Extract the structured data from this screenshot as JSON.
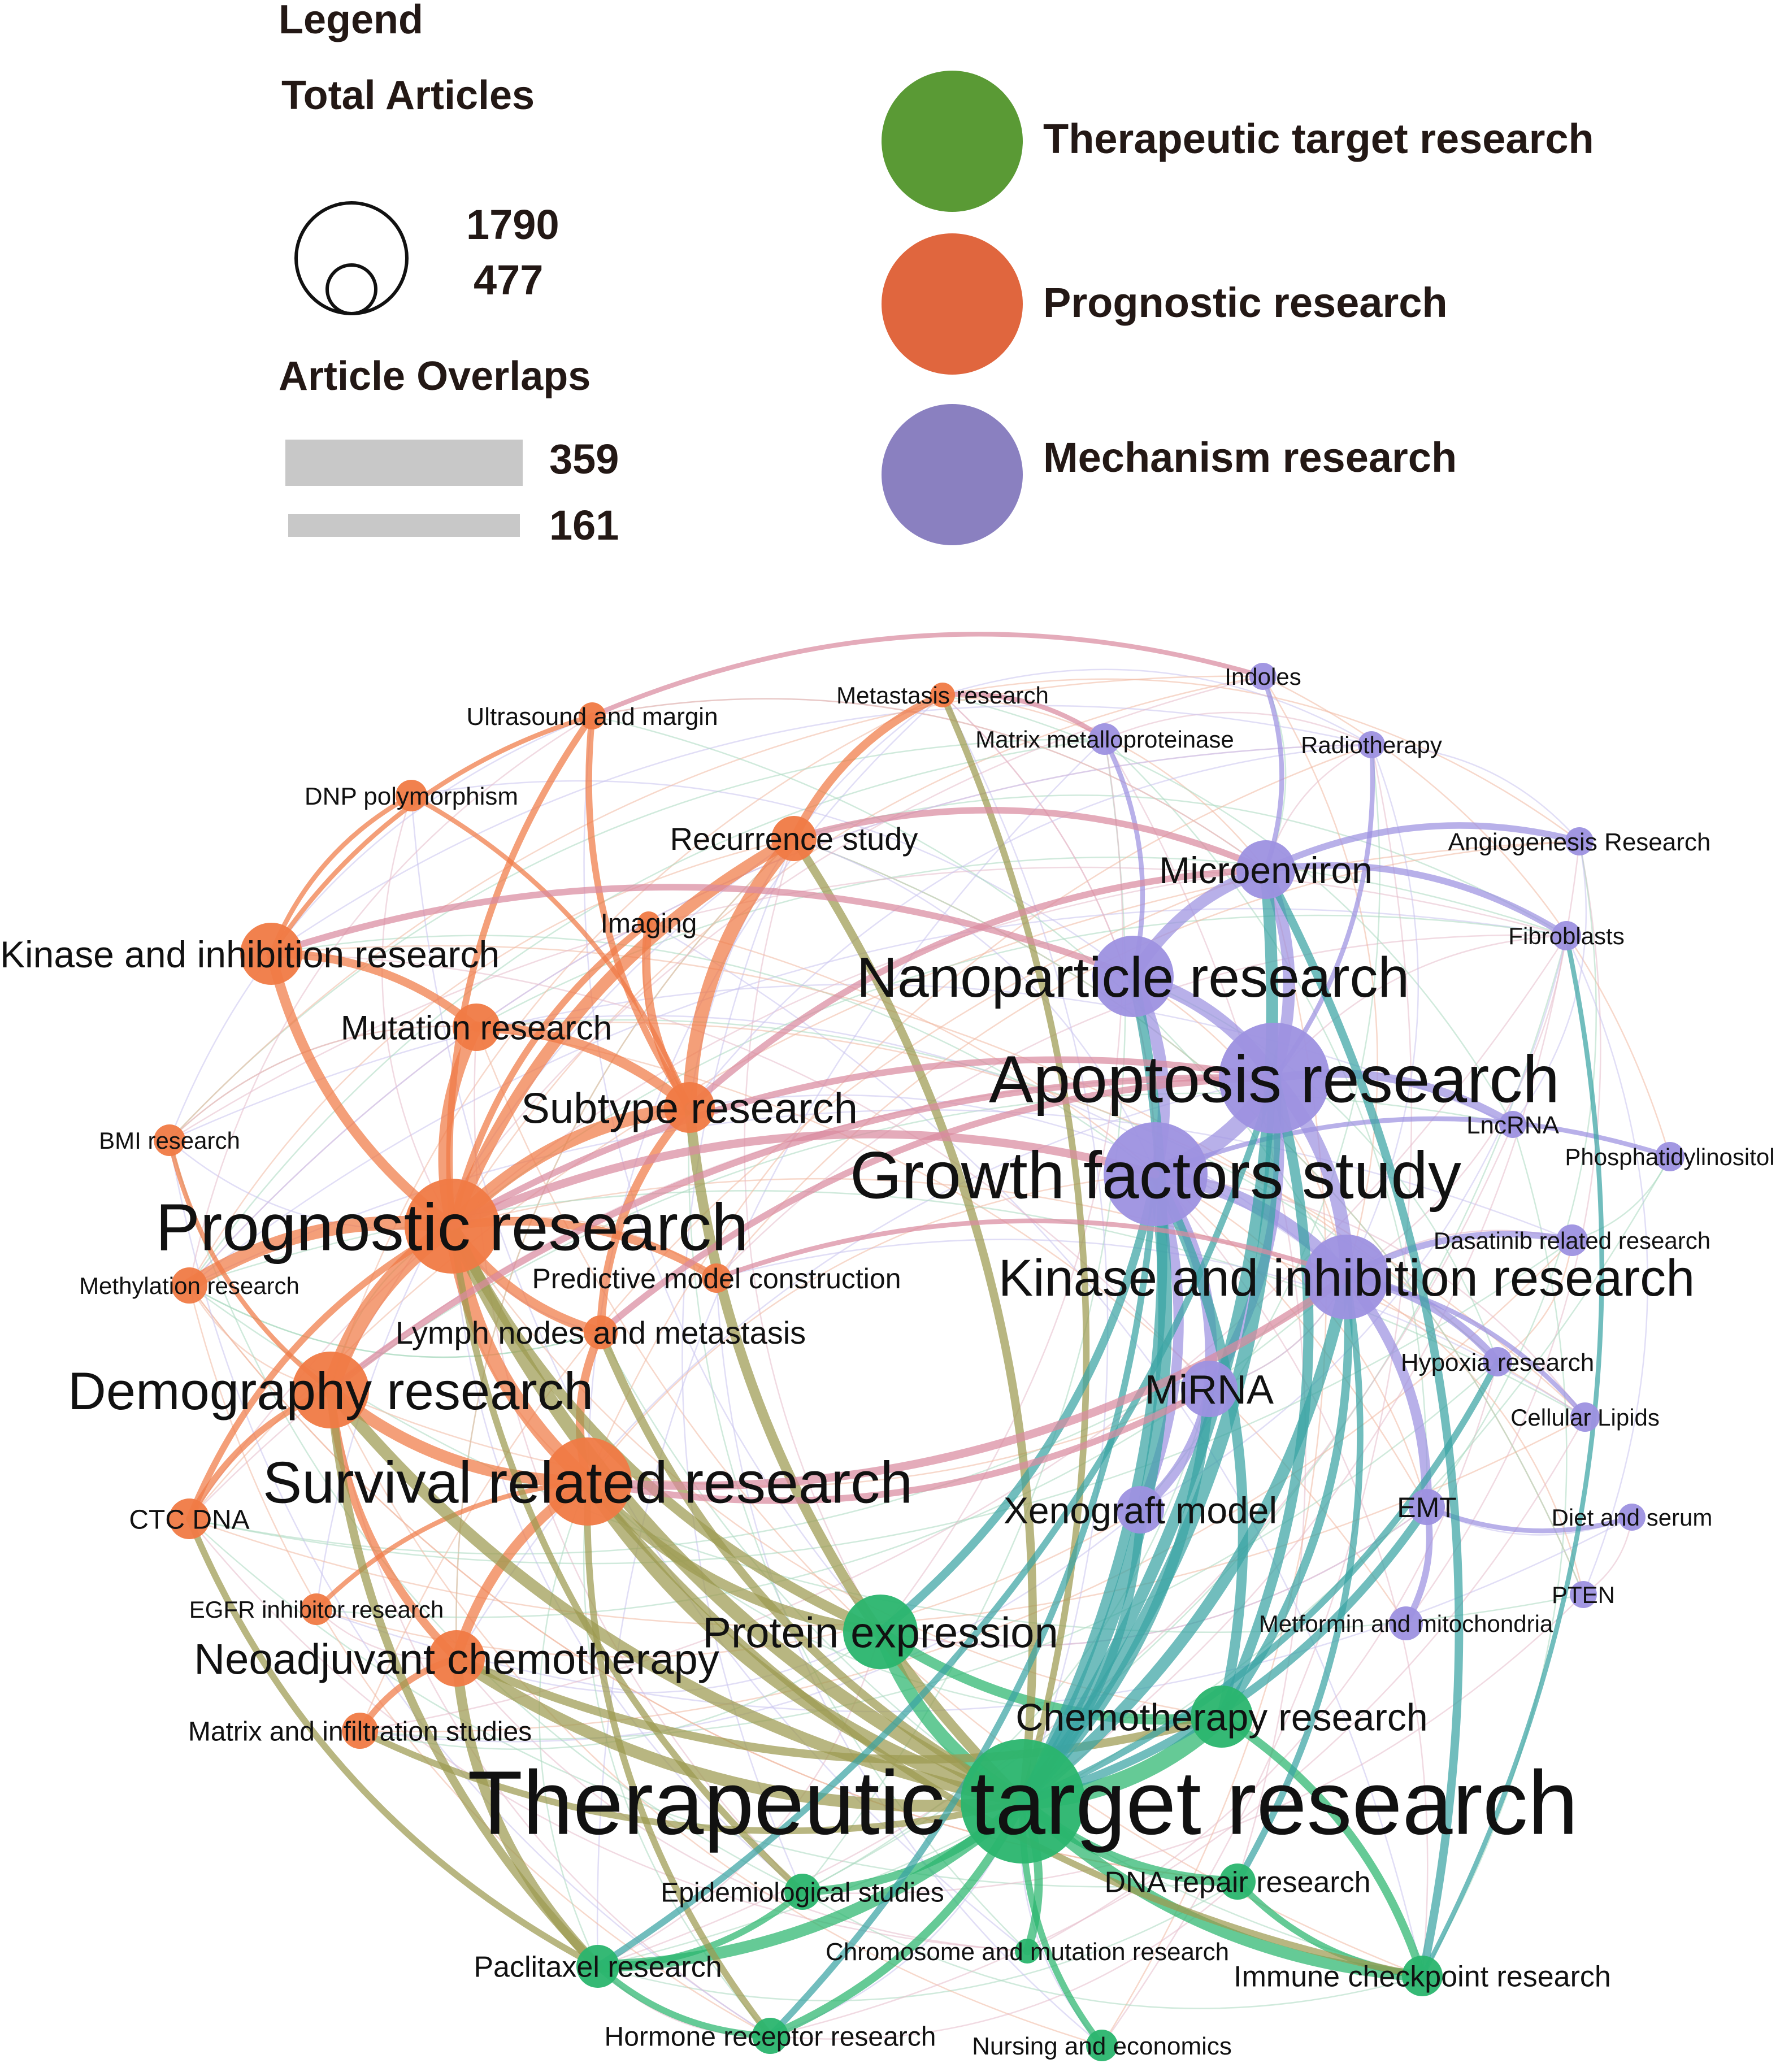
{
  "legend": {
    "title": "Legend",
    "size_title": "Total Articles",
    "size_max": "1790",
    "size_min": "477",
    "overlap_title": "Article Overlaps",
    "overlap_max": "359",
    "overlap_min": "161",
    "categories": [
      {
        "label": "Therapeutic target research",
        "color": "#5a9a35"
      },
      {
        "label": "Prognostic research",
        "color": "#e0663e"
      },
      {
        "label": "Mechanism research",
        "color": "#8a80c0"
      }
    ]
  },
  "network": {
    "colors": {
      "orange": "#f07a45",
      "green": "#2ab56e",
      "purple": "#9d91e0",
      "olive": "#9d9a50",
      "teal": "#3aa3a3",
      "pink": "#d98aa0"
    },
    "nodes": [
      {
        "id": "ultrasound",
        "label": "Ultrasound and margin",
        "group": "orange"
      },
      {
        "id": "metastasis",
        "label": "Metastasis research",
        "group": "orange"
      },
      {
        "id": "indoles",
        "label": "Indoles",
        "group": "purple"
      },
      {
        "id": "mmp",
        "label": "Matrix metalloproteinase",
        "group": "purple"
      },
      {
        "id": "radiotherapy",
        "label": "Radiotherapy",
        "group": "purple"
      },
      {
        "id": "dnp",
        "label": "DNP polymorphism",
        "group": "orange"
      },
      {
        "id": "recurrence",
        "label": "Recurrence study",
        "group": "orange"
      },
      {
        "id": "angiogenesis",
        "label": "Angiogenesis Research",
        "group": "purple"
      },
      {
        "id": "microenviron",
        "label": "Microenviron",
        "group": "purple"
      },
      {
        "id": "imaging",
        "label": "Imaging",
        "group": "orange"
      },
      {
        "id": "kinase_o",
        "label": "Kinase and inhibition research",
        "group": "orange"
      },
      {
        "id": "fibroblasts",
        "label": "Fibroblasts",
        "group": "purple"
      },
      {
        "id": "nanoparticle",
        "label": "Nanoparticle research",
        "group": "purple"
      },
      {
        "id": "mutation",
        "label": "Mutation research",
        "group": "orange"
      },
      {
        "id": "apoptosis",
        "label": "Apoptosis research",
        "group": "purple"
      },
      {
        "id": "subtype",
        "label": "Subtype research",
        "group": "orange"
      },
      {
        "id": "lncrna",
        "label": "LncRNA",
        "group": "purple"
      },
      {
        "id": "bmi",
        "label": "BMI research",
        "group": "orange"
      },
      {
        "id": "phosphatidylinositol",
        "label": "Phosphatidylinositol",
        "group": "purple"
      },
      {
        "id": "growth",
        "label": "Growth factors study",
        "group": "purple"
      },
      {
        "id": "prognostic",
        "label": "Prognostic research",
        "group": "orange"
      },
      {
        "id": "dasatinib",
        "label": "Dasatinib related research",
        "group": "purple"
      },
      {
        "id": "methylation",
        "label": "Methylation research",
        "group": "orange"
      },
      {
        "id": "predictive",
        "label": "Predictive model construction",
        "group": "orange"
      },
      {
        "id": "kinase_p",
        "label": "Kinase and inhibition research",
        "group": "purple"
      },
      {
        "id": "lymph",
        "label": "Lymph nodes and metastasis",
        "group": "orange"
      },
      {
        "id": "hypoxia",
        "label": "Hypoxia research",
        "group": "purple"
      },
      {
        "id": "demography",
        "label": "Demography research",
        "group": "orange"
      },
      {
        "id": "mirna",
        "label": "MiRNA",
        "group": "purple"
      },
      {
        "id": "lipids",
        "label": "Cellular Lipids",
        "group": "purple"
      },
      {
        "id": "survival",
        "label": "Survival related research",
        "group": "orange"
      },
      {
        "id": "xenograft",
        "label": "Xenograft model",
        "group": "purple"
      },
      {
        "id": "emt",
        "label": "EMT",
        "group": "purple"
      },
      {
        "id": "ctc",
        "label": "CTC DNA",
        "group": "orange"
      },
      {
        "id": "diet",
        "label": "Diet and serum",
        "group": "purple"
      },
      {
        "id": "egfr",
        "label": "EGFR inhibitor research",
        "group": "orange"
      },
      {
        "id": "pten",
        "label": "PTEN",
        "group": "purple"
      },
      {
        "id": "protein",
        "label": "Protein expression",
        "group": "green"
      },
      {
        "id": "metformin",
        "label": "Metformin and mitochondria",
        "group": "purple"
      },
      {
        "id": "neoadjuvant",
        "label": "Neoadjuvant chemotherapy",
        "group": "orange"
      },
      {
        "id": "chemo",
        "label": "Chemotherapy research",
        "group": "green"
      },
      {
        "id": "matrix",
        "label": "Matrix and infiltration studies",
        "group": "orange"
      },
      {
        "id": "therapeutic",
        "label": "Therapeutic target research",
        "group": "green"
      },
      {
        "id": "dnarepair",
        "label": "DNA repair research",
        "group": "green"
      },
      {
        "id": "epidemiological",
        "label": "Epidemiological studies",
        "group": "green"
      },
      {
        "id": "chromosome",
        "label": "Chromosome and mutation research",
        "group": "green"
      },
      {
        "id": "paclitaxel",
        "label": "Paclitaxel research",
        "group": "green"
      },
      {
        "id": "immune",
        "label": "Immune checkpoint research",
        "group": "green"
      },
      {
        "id": "hormone",
        "label": "Hormone receptor research",
        "group": "green"
      },
      {
        "id": "nursing",
        "label": "Nursing and economics",
        "group": "green"
      }
    ],
    "edges": [
      [
        "prognostic",
        "demography",
        9,
        "orange"
      ],
      [
        "prognostic",
        "survival",
        8,
        "orange"
      ],
      [
        "prognostic",
        "subtype",
        7,
        "orange"
      ],
      [
        "prognostic",
        "mutation",
        6,
        "orange"
      ],
      [
        "prognostic",
        "lymph",
        5,
        "orange"
      ],
      [
        "prognostic",
        "kinase_o",
        5,
        "orange"
      ],
      [
        "prognostic",
        "methylation",
        7,
        "orange"
      ],
      [
        "prognostic",
        "recurrence",
        6,
        "orange"
      ],
      [
        "subtype",
        "recurrence",
        7,
        "orange"
      ],
      [
        "subtype",
        "mutation",
        5,
        "orange"
      ],
      [
        "subtype",
        "imaging",
        4,
        "orange"
      ],
      [
        "demography",
        "survival",
        6,
        "orange"
      ],
      [
        "demography",
        "ctc",
        3,
        "orange"
      ],
      [
        "demography",
        "neoadjuvant",
        4,
        "orange"
      ],
      [
        "survival",
        "neoadjuvant",
        5,
        "orange"
      ],
      [
        "survival",
        "lymph",
        4,
        "orange"
      ],
      [
        "kinase_o",
        "mutation",
        4,
        "orange"
      ],
      [
        "kinase_o",
        "dnp",
        2,
        "orange"
      ],
      [
        "ultrasound",
        "prognostic",
        3,
        "orange"
      ],
      [
        "ultrasound",
        "subtype",
        3,
        "orange"
      ],
      [
        "metastasis",
        "recurrence",
        4,
        "orange"
      ],
      [
        "bmi",
        "demography",
        2,
        "orange"
      ],
      [
        "egfr",
        "survival",
        2,
        "orange"
      ],
      [
        "matrix",
        "neoadjuvant",
        3,
        "orange"
      ],
      [
        "predictive",
        "prognostic",
        4,
        "orange"
      ],
      [
        "ctc",
        "prognostic",
        3,
        "orange"
      ],
      [
        "dnp",
        "subtype",
        2,
        "orange"
      ],
      [
        "imaging",
        "prognostic",
        3,
        "orange"
      ],
      [
        "kinase_o",
        "ultrasound",
        2,
        "orange"
      ],
      [
        "lymph",
        "subtype",
        4,
        "orange"
      ],
      [
        "apoptosis",
        "growth",
        9,
        "purple"
      ],
      [
        "apoptosis",
        "nanoparticle",
        7,
        "purple"
      ],
      [
        "apoptosis",
        "kinase_p",
        7,
        "purple"
      ],
      [
        "growth",
        "kinase_p",
        7,
        "purple"
      ],
      [
        "growth",
        "mirna",
        6,
        "purple"
      ],
      [
        "nanoparticle",
        "microenviron",
        6,
        "purple"
      ],
      [
        "apoptosis",
        "microenviron",
        6,
        "purple"
      ],
      [
        "kinase_p",
        "emt",
        5,
        "purple"
      ],
      [
        "mirna",
        "xenograft",
        5,
        "purple"
      ],
      [
        "growth",
        "xenograft",
        5,
        "purple"
      ],
      [
        "apoptosis",
        "lncrna",
        4,
        "purple"
      ],
      [
        "kinase_p",
        "hypoxia",
        4,
        "purple"
      ],
      [
        "microenviron",
        "angiogenesis",
        3,
        "purple"
      ],
      [
        "microenviron",
        "fibroblasts",
        3,
        "purple"
      ],
      [
        "growth",
        "nanoparticle",
        6,
        "purple"
      ],
      [
        "apoptosis",
        "mirna",
        5,
        "purple"
      ],
      [
        "kinase_p",
        "dasatinib",
        3,
        "purple"
      ],
      [
        "emt",
        "metformin",
        3,
        "purple"
      ],
      [
        "radiotherapy",
        "apoptosis",
        2,
        "purple"
      ],
      [
        "indoles",
        "microenviron",
        2,
        "purple"
      ],
      [
        "mmp",
        "nanoparticle",
        2,
        "purple"
      ],
      [
        "phosphatidylinositol",
        "growth",
        2,
        "purple"
      ],
      [
        "lipids",
        "kinase_p",
        2,
        "purple"
      ],
      [
        "diet",
        "emt",
        2,
        "purple"
      ],
      [
        "therapeutic",
        "chemo",
        9,
        "green"
      ],
      [
        "therapeutic",
        "protein",
        7,
        "green"
      ],
      [
        "therapeutic",
        "paclitaxel",
        6,
        "green"
      ],
      [
        "therapeutic",
        "immune",
        6,
        "green"
      ],
      [
        "therapeutic",
        "dnarepair",
        5,
        "green"
      ],
      [
        "therapeutic",
        "epidemiological",
        4,
        "green"
      ],
      [
        "therapeutic",
        "hormone",
        4,
        "green"
      ],
      [
        "therapeutic",
        "chromosome",
        4,
        "green"
      ],
      [
        "protein",
        "chemo",
        5,
        "green"
      ],
      [
        "paclitaxel",
        "hormone",
        3,
        "green"
      ],
      [
        "immune",
        "dnarepair",
        3,
        "green"
      ],
      [
        "nursing",
        "therapeutic",
        3,
        "green"
      ],
      [
        "chemo",
        "immune",
        4,
        "green"
      ],
      [
        "paclitaxel",
        "epidemiological",
        3,
        "green"
      ],
      [
        "therapeutic",
        "survival",
        7,
        "olive"
      ],
      [
        "therapeutic",
        "demography",
        6,
        "olive"
      ],
      [
        "therapeutic",
        "prognostic",
        7,
        "olive"
      ],
      [
        "therapeutic",
        "neoadjuvant",
        6,
        "olive"
      ],
      [
        "therapeutic",
        "subtype",
        5,
        "olive"
      ],
      [
        "protein",
        "prognostic",
        5,
        "olive"
      ],
      [
        "protein",
        "survival",
        5,
        "olive"
      ],
      [
        "paclitaxel",
        "neoadjuvant",
        5,
        "olive"
      ],
      [
        "paclitaxel",
        "demography",
        4,
        "olive"
      ],
      [
        "therapeutic",
        "recurrence",
        4,
        "olive"
      ],
      [
        "chemo",
        "neoadjuvant",
        4,
        "olive"
      ],
      [
        "therapeutic",
        "lymph",
        4,
        "olive"
      ],
      [
        "hormone",
        "survival",
        3,
        "olive"
      ],
      [
        "immune",
        "survival",
        3,
        "olive"
      ],
      [
        "therapeutic",
        "metastasis",
        3,
        "olive"
      ],
      [
        "paclitaxel",
        "ctc",
        3,
        "olive"
      ],
      [
        "epidemiological",
        "prognostic",
        3,
        "olive"
      ],
      [
        "therapeutic",
        "matrix",
        3,
        "olive"
      ],
      [
        "therapeutic",
        "apoptosis",
        7,
        "teal"
      ],
      [
        "therapeutic",
        "growth",
        7,
        "teal"
      ],
      [
        "therapeutic",
        "kinase_p",
        6,
        "teal"
      ],
      [
        "therapeutic",
        "microenviron",
        6,
        "teal"
      ],
      [
        "therapeutic",
        "nanoparticle",
        5,
        "teal"
      ],
      [
        "chemo",
        "apoptosis",
        5,
        "teal"
      ],
      [
        "chemo",
        "growth",
        5,
        "teal"
      ],
      [
        "protein",
        "growth",
        4,
        "teal"
      ],
      [
        "therapeutic",
        "mirna",
        5,
        "teal"
      ],
      [
        "therapeutic",
        "emt",
        4,
        "teal"
      ],
      [
        "therapeutic",
        "xenograft",
        4,
        "teal"
      ],
      [
        "immune",
        "microenviron",
        4,
        "teal"
      ],
      [
        "paclitaxel",
        "apoptosis",
        3,
        "teal"
      ],
      [
        "dnarepair",
        "kinase_p",
        3,
        "teal"
      ],
      [
        "chemo",
        "kinase_p",
        4,
        "teal"
      ],
      [
        "immune",
        "fibroblasts",
        2,
        "teal"
      ],
      [
        "hormone",
        "growth",
        3,
        "teal"
      ],
      [
        "therapeutic",
        "hypoxia",
        3,
        "teal"
      ],
      [
        "prognostic",
        "growth",
        4,
        "pink"
      ],
      [
        "survival",
        "kinase_p",
        4,
        "pink"
      ],
      [
        "demography",
        "apoptosis",
        3,
        "pink"
      ],
      [
        "subtype",
        "microenviron",
        3,
        "pink"
      ],
      [
        "kinase_o",
        "nanoparticle",
        3,
        "pink"
      ],
      [
        "recurrence",
        "microenviron",
        3,
        "pink"
      ],
      [
        "prognostic",
        "apoptosis",
        3,
        "pink"
      ],
      [
        "survival",
        "mirna",
        3,
        "pink"
      ],
      [
        "lymph",
        "apoptosis",
        3,
        "pink"
      ],
      [
        "predictive",
        "kinase_p",
        2,
        "pink"
      ],
      [
        "metastasis",
        "mmp",
        2,
        "pink"
      ],
      [
        "ultrasound",
        "indoles",
        2,
        "pink"
      ]
    ]
  }
}
